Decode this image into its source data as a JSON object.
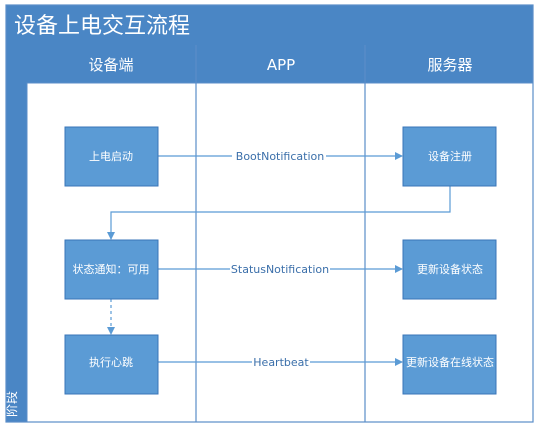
{
  "title": "设备上电交互流程",
  "phase_label": "阶段",
  "lanes": [
    {
      "header": "设备端"
    },
    {
      "header": "APP"
    },
    {
      "header": "服务器"
    }
  ],
  "device_boxes": [
    {
      "label": "上电启动"
    },
    {
      "label": "状态通知：可用"
    },
    {
      "label": "执行心跳"
    }
  ],
  "server_boxes": [
    {
      "label": "设备注册"
    },
    {
      "label": "更新设备状态"
    },
    {
      "label": "更新设备在线状态"
    }
  ],
  "messages": [
    {
      "label": "BootNotification"
    },
    {
      "label": "StatusNotification"
    },
    {
      "label": "Heartbeat"
    }
  ],
  "colors": {
    "header_fill": "#4a86c5",
    "box_fill": "#5b9bd5",
    "box_stroke": "#3a76b8",
    "border": "#5b8ec9",
    "text_light": "#ffffff",
    "msg_text": "#3b6faa",
    "arrow": "#5b9bd5"
  }
}
